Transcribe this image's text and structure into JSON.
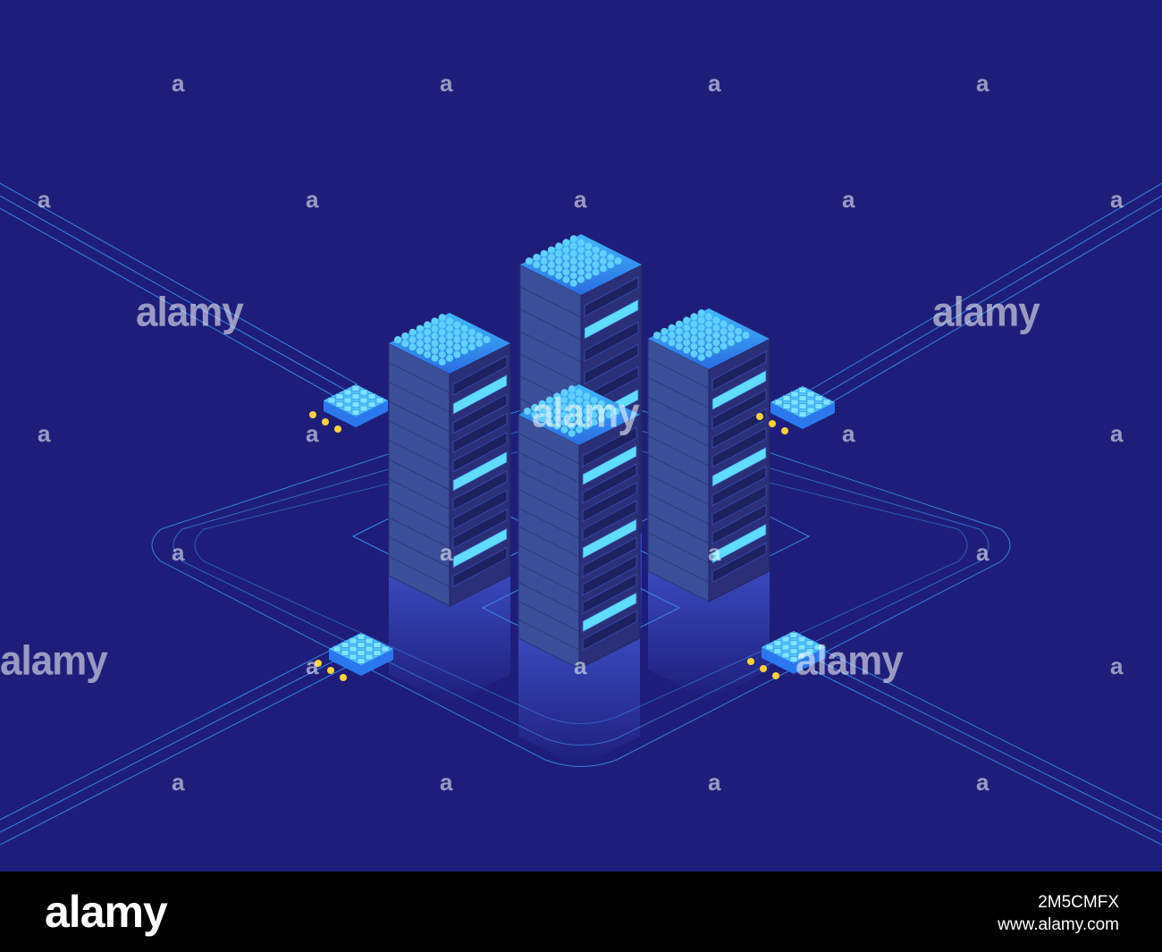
{
  "scene": {
    "background_color": "#1e1e7a",
    "accent_color": "#3fa8ff",
    "glow_color": "#5fdcff",
    "node_color": "#ffd23a",
    "rack_count": 4,
    "chip_count": 4
  },
  "watermark": {
    "word": "alamy",
    "icon_glyph": "a"
  },
  "footer": {
    "logo": "alamy",
    "image_id": "2M5CMFX",
    "url": "www.alamy.com"
  }
}
